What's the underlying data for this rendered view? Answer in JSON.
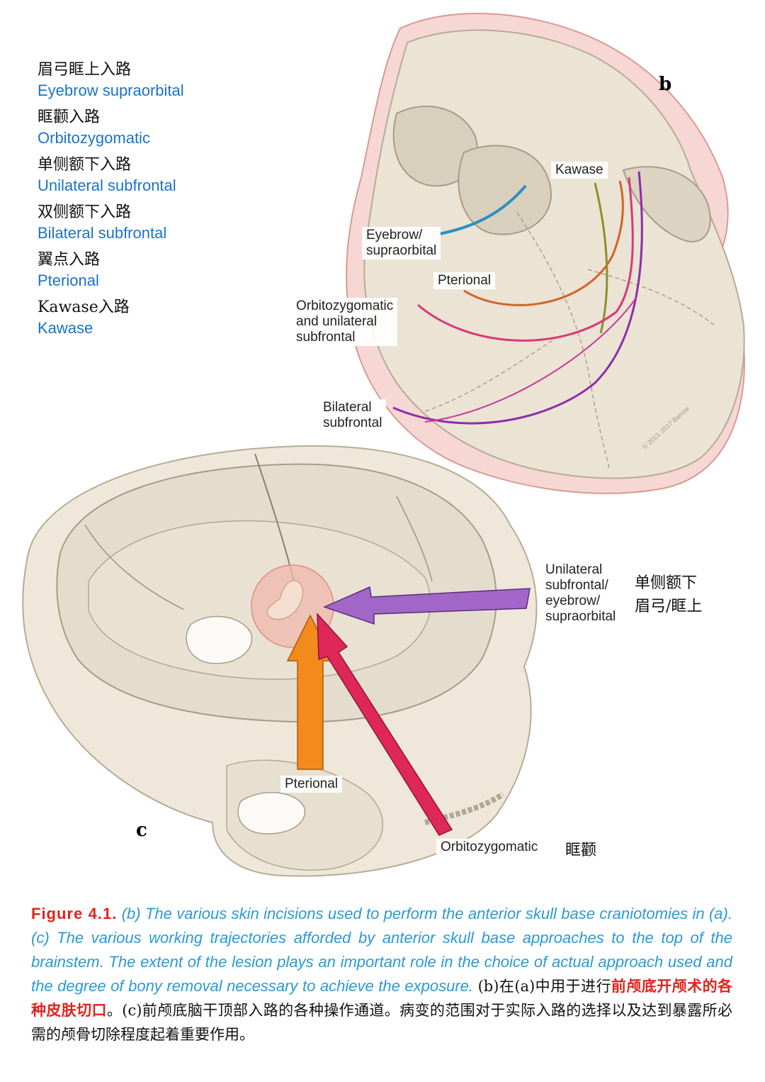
{
  "legend": [
    {
      "zh": "眉弓眶上入路",
      "en": "Eyebrow supraorbital"
    },
    {
      "zh": "眶颧入路",
      "en": "Orbitozygomatic"
    },
    {
      "zh": "单侧额下入路",
      "en": "Unilateral subfrontal"
    },
    {
      "zh": "双侧额下入路",
      "en": "Bilateral subfrontal"
    },
    {
      "zh": "翼点入路",
      "en": "Pterional"
    },
    {
      "zh": "Kawase入路",
      "en": "Kawase"
    }
  ],
  "panel_b": {
    "label": "b",
    "kawase": "Kawase",
    "eyebrow_1": "Eyebrow/",
    "eyebrow_2": "supraorbital",
    "pterional": "Pterional",
    "oz_1": "Orbitozygomatic",
    "oz_2": "and unilateral",
    "oz_3": "subfrontal",
    "bilateral_1": "Bilateral",
    "bilateral_2": "subfrontal",
    "copyright": "© 2013, 2017 Barrow"
  },
  "panel_c": {
    "label": "c",
    "unilateral_1": "Unilateral",
    "unilateral_2": "subfrontal/",
    "unilateral_3": "eyebrow/",
    "unilateral_4": "supraorbital",
    "unilateral_zh_1": "单侧额下",
    "unilateral_zh_2": "眉弓/眶上",
    "pterional": "Pterional",
    "orbitozygomatic": "Orbitozygomatic",
    "orbitozygomatic_zh": "眶颧"
  },
  "caption": {
    "figure_label": "Figure 4.1.",
    "text_en": "(b) The various skin incisions used to perform the anterior skull base craniotomies in (a). (c) The various working trajectories afforded by anterior skull base approaches to the top of the brainstem. The extent of the lesion plays an important role in the choice of actual approach used and the degree of bony removal necessary to achieve the exposure.",
    "zh_part1": "(b)在(a)中用于进行",
    "zh_highlight": "前颅底开颅术的各种皮肤切口",
    "zh_part2": "。(c)前颅底脑干顶部入路的各种操作通道。病变的范围对于实际入路的选择以及达到暴露所必需的颅骨切除程度起着重要作用。"
  },
  "colors": {
    "skull": "#ece4d6",
    "skin": "#f6d7d3",
    "eyebrow": "#2a8fc0",
    "pterional": "#d2632a",
    "oz": "#d8387a",
    "bilateral": "#8d2da8",
    "kawase": "#8f8f2a",
    "arrow_orange": "#f28a1c",
    "arrow_pink": "#e0275a",
    "arrow_purple": "#a265c8",
    "legend_en": "#1a73c8",
    "caption_en": "#2a9ad6",
    "caption_highlight": "#e0241b"
  }
}
